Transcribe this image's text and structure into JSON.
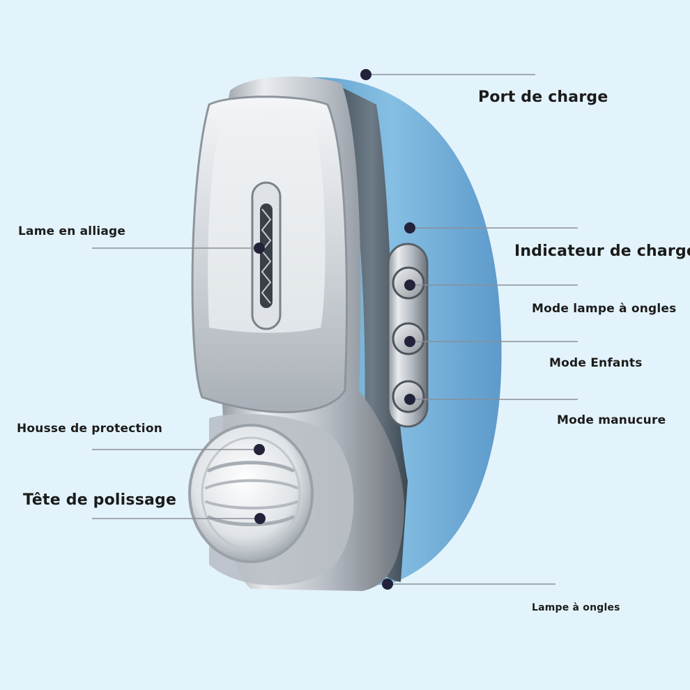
{
  "colors": {
    "background": "#e3f3fb",
    "body_blue": "#7fb9de",
    "chrome": "#c9ced3",
    "leader_line": "#8a8f98",
    "dot": "#22223a",
    "text": "#1b1b1b"
  },
  "icons": {
    "device": "nail-trimmer-device",
    "marker": "callout-dot"
  },
  "callouts": {
    "port": "Port de charge",
    "indicator": "Indicateur de charge",
    "lamp_mode": "Mode lampe à ongles",
    "kids_mode": "Mode Enfants",
    "manicure_mode": "Mode manucure",
    "nail_lamp": "Lampe à ongles",
    "blade": "Lame en alliage",
    "cover": "Housse de protection",
    "polish_head": "Tête de polissage"
  }
}
